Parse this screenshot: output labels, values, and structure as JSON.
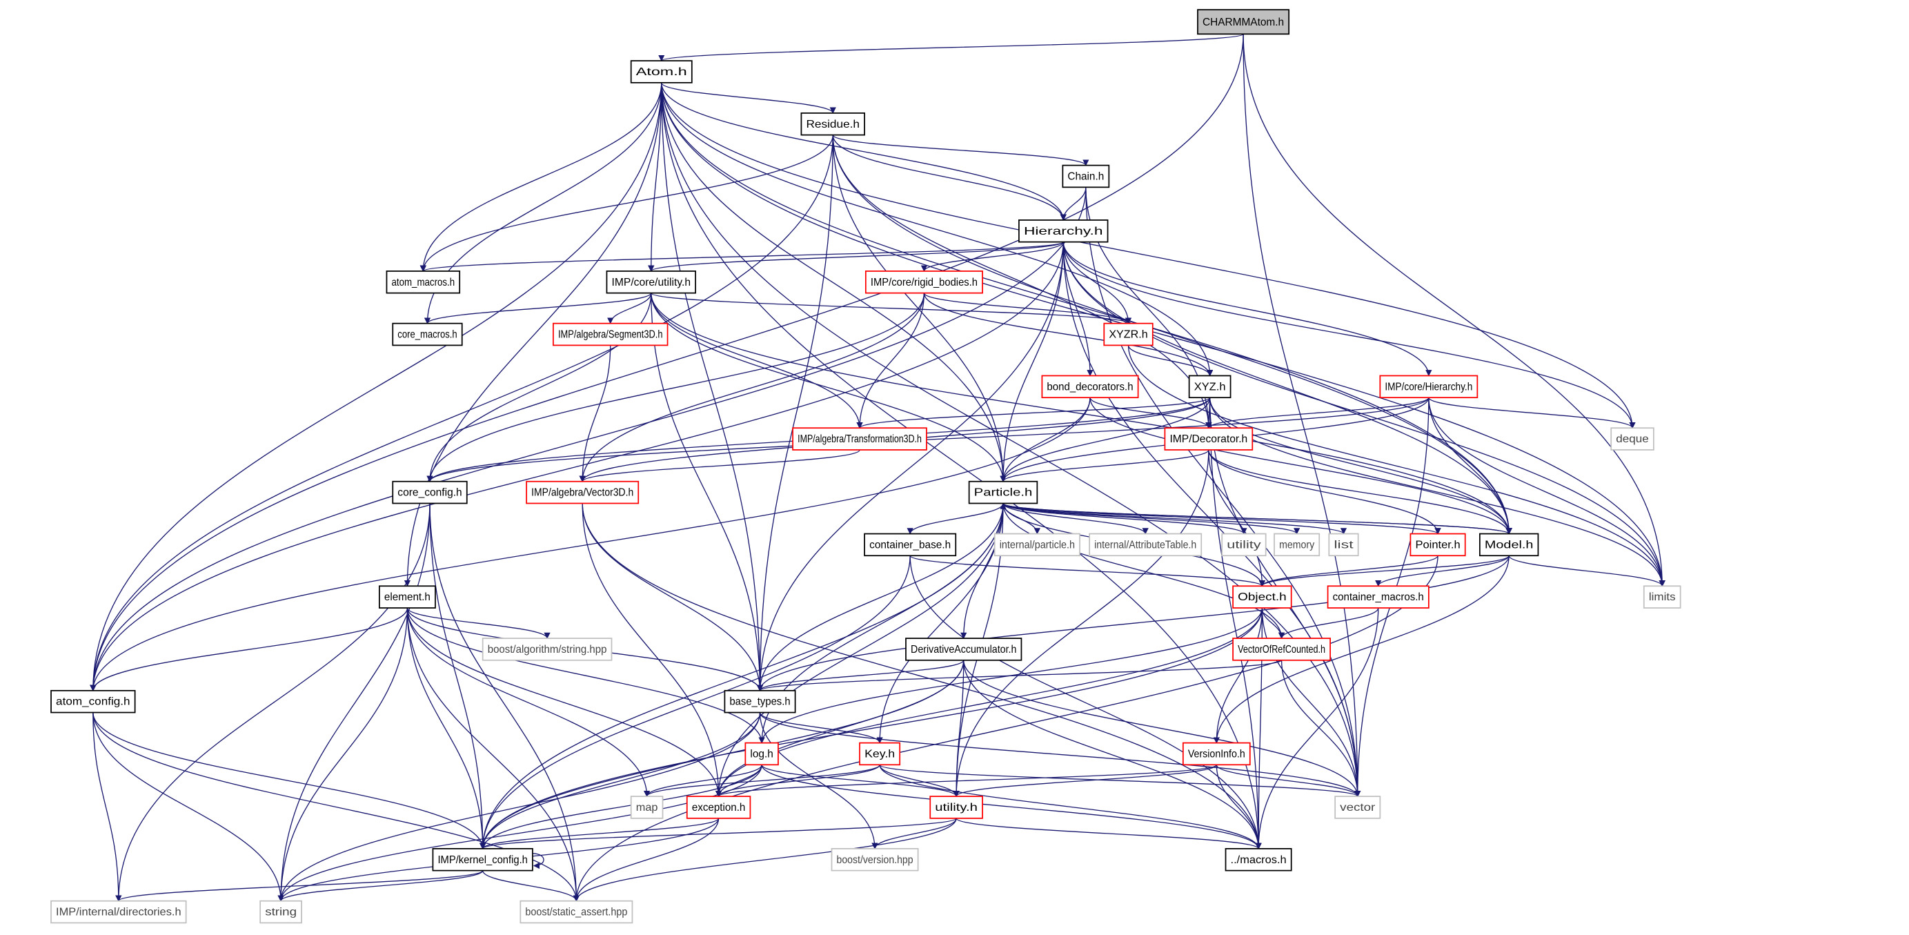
{
  "title": "CHARMMAtom.h",
  "colors": {
    "edge": "#191970",
    "root_fill": "#bfbfbf",
    "normal_border": "#000000",
    "red_border": "#ff0000",
    "gray_border": "#c0c0c0",
    "gray_text": "#444444"
  },
  "nodes": [
    {
      "id": "CHARMMAtom.h",
      "style": "root"
    },
    {
      "id": "Atom.h",
      "style": "normal"
    },
    {
      "id": "Residue.h",
      "style": "normal"
    },
    {
      "id": "Chain.h",
      "style": "normal"
    },
    {
      "id": "Hierarchy.h",
      "style": "normal"
    },
    {
      "id": "atom_macros.h",
      "style": "normal"
    },
    {
      "id": "IMP/core/utility.h",
      "style": "normal"
    },
    {
      "id": "IMP/core/rigid_bodies.h",
      "style": "red"
    },
    {
      "id": "core_macros.h",
      "style": "normal"
    },
    {
      "id": "IMP/algebra/Segment3D.h",
      "style": "red"
    },
    {
      "id": "XYZR.h",
      "style": "red"
    },
    {
      "id": "XYZ.h",
      "style": "normal"
    },
    {
      "id": "bond_decorators.h",
      "style": "red"
    },
    {
      "id": "IMP/core/Hierarchy.h",
      "style": "red"
    },
    {
      "id": "deque",
      "style": "gray"
    },
    {
      "id": "IMP/algebra/Transformation3D.h",
      "style": "red"
    },
    {
      "id": "IMP/Decorator.h",
      "style": "red"
    },
    {
      "id": "core_config.h",
      "style": "normal"
    },
    {
      "id": "IMP/algebra/Vector3D.h",
      "style": "red"
    },
    {
      "id": "Particle.h",
      "style": "normal"
    },
    {
      "id": "container_base.h",
      "style": "normal"
    },
    {
      "id": "internal/particle.h",
      "style": "gray"
    },
    {
      "id": "internal/AttributeTable.h",
      "style": "gray"
    },
    {
      "id": "utility",
      "style": "gray"
    },
    {
      "id": "memory",
      "style": "gray"
    },
    {
      "id": "list",
      "style": "gray"
    },
    {
      "id": "Pointer.h",
      "style": "red"
    },
    {
      "id": "Model.h",
      "style": "normal"
    },
    {
      "id": "limits",
      "style": "gray"
    },
    {
      "id": "Object.h",
      "style": "red"
    },
    {
      "id": "container_macros.h",
      "style": "red"
    },
    {
      "id": "element.h",
      "style": "normal"
    },
    {
      "id": "DerivativeAccumulator.h",
      "style": "normal"
    },
    {
      "id": "VectorOfRefCounted.h",
      "style": "red"
    },
    {
      "id": "atom_config.h",
      "style": "normal"
    },
    {
      "id": "boost/algorithm/string.hpp",
      "style": "gray"
    },
    {
      "id": "base_types.h",
      "style": "normal"
    },
    {
      "id": "log.h",
      "style": "red"
    },
    {
      "id": "Key.h",
      "style": "red"
    },
    {
      "id": "VersionInfo.h",
      "style": "red"
    },
    {
      "id": "vector",
      "style": "gray"
    },
    {
      "id": "map",
      "style": "gray"
    },
    {
      "id": "exception.h",
      "style": "red"
    },
    {
      "id": "utility.h",
      "style": "red"
    },
    {
      "id": "boost/version.hpp",
      "style": "gray"
    },
    {
      "id": "IMP/kernel_config.h",
      "style": "normal"
    },
    {
      "id": "../macros.h",
      "style": "normal"
    },
    {
      "id": "IMP/internal/directories.h",
      "style": "gray"
    },
    {
      "id": "string",
      "style": "gray"
    },
    {
      "id": "boost/static_assert.hpp",
      "style": "gray"
    }
  ],
  "edges": [
    [
      "CHARMMAtom.h",
      "Atom.h"
    ],
    [
      "CHARMMAtom.h",
      "atom_config.h"
    ],
    [
      "CHARMMAtom.h",
      "limits"
    ],
    [
      "CHARMMAtom.h",
      "vector"
    ],
    [
      "Atom.h",
      "Residue.h"
    ],
    [
      "Atom.h",
      "Hierarchy.h"
    ],
    [
      "Atom.h",
      "atom_macros.h"
    ],
    [
      "Atom.h",
      "IMP/core/utility.h"
    ],
    [
      "Atom.h",
      "core_macros.h"
    ],
    [
      "Atom.h",
      "Particle.h"
    ],
    [
      "Atom.h",
      "Model.h"
    ],
    [
      "Atom.h",
      "XYZ.h"
    ],
    [
      "Atom.h",
      "deque"
    ],
    [
      "Atom.h",
      "vector"
    ],
    [
      "Atom.h",
      "../macros.h"
    ],
    [
      "Atom.h",
      "atom_config.h"
    ],
    [
      "Atom.h",
      "element.h"
    ],
    [
      "Atom.h",
      "base_types.h"
    ],
    [
      "Atom.h",
      "limits"
    ],
    [
      "Residue.h",
      "Chain.h"
    ],
    [
      "Residue.h",
      "Hierarchy.h"
    ],
    [
      "Residue.h",
      "atom_macros.h"
    ],
    [
      "Residue.h",
      "atom_config.h"
    ],
    [
      "Residue.h",
      "base_types.h"
    ],
    [
      "Residue.h",
      "Particle.h"
    ],
    [
      "Residue.h",
      "IMP/Decorator.h"
    ],
    [
      "Residue.h",
      "Model.h"
    ],
    [
      "Chain.h",
      "Hierarchy.h"
    ],
    [
      "Chain.h",
      "atom_config.h"
    ],
    [
      "Chain.h",
      "IMP/Decorator.h"
    ],
    [
      "Chain.h",
      "vector"
    ],
    [
      "Hierarchy.h",
      "atom_macros.h"
    ],
    [
      "Hierarchy.h",
      "IMP/core/utility.h"
    ],
    [
      "Hierarchy.h",
      "IMP/core/rigid_bodies.h"
    ],
    [
      "Hierarchy.h",
      "XYZR.h"
    ],
    [
      "Hierarchy.h",
      "bond_decorators.h"
    ],
    [
      "Hierarchy.h",
      "Particle.h"
    ],
    [
      "Hierarchy.h",
      "IMP/core/Hierarchy.h"
    ],
    [
      "Hierarchy.h",
      "Model.h"
    ],
    [
      "Hierarchy.h",
      "deque"
    ],
    [
      "Hierarchy.h",
      "vector"
    ],
    [
      "Hierarchy.h",
      "atom_config.h"
    ],
    [
      "Hierarchy.h",
      "base_types.h"
    ],
    [
      "Hierarchy.h",
      "limits"
    ],
    [
      "IMP/core/utility.h",
      "core_macros.h"
    ],
    [
      "IMP/core/utility.h",
      "IMP/algebra/Segment3D.h"
    ],
    [
      "IMP/core/utility.h",
      "XYZR.h"
    ],
    [
      "IMP/core/utility.h",
      "core_config.h"
    ],
    [
      "IMP/core/utility.h",
      "IMP/algebra/Transformation3D.h"
    ],
    [
      "IMP/core/utility.h",
      "Particle.h"
    ],
    [
      "IMP/core/utility.h",
      "Model.h"
    ],
    [
      "IMP/core/utility.h",
      "base_types.h"
    ],
    [
      "IMP/core/rigid_bodies.h",
      "XYZR.h"
    ],
    [
      "IMP/core/rigid_bodies.h",
      "XYZ.h"
    ],
    [
      "IMP/core/rigid_bodies.h",
      "IMP/algebra/Transformation3D.h"
    ],
    [
      "IMP/core/rigid_bodies.h",
      "IMP/algebra/Vector3D.h"
    ],
    [
      "IMP/core/rigid_bodies.h",
      "core_config.h"
    ],
    [
      "IMP/algebra/Segment3D.h",
      "IMP/algebra/Vector3D.h"
    ],
    [
      "XYZR.h",
      "XYZ.h"
    ],
    [
      "XYZR.h",
      "limits"
    ],
    [
      "XYZ.h",
      "IMP/Decorator.h"
    ],
    [
      "XYZ.h",
      "IMP/algebra/Transformation3D.h"
    ],
    [
      "XYZ.h",
      "IMP/algebra/Vector3D.h"
    ],
    [
      "XYZ.h",
      "core_config.h"
    ],
    [
      "XYZ.h",
      "Particle.h"
    ],
    [
      "XYZ.h",
      "Model.h"
    ],
    [
      "XYZ.h",
      "vector"
    ],
    [
      "XYZ.h",
      "limits"
    ],
    [
      "XYZ.h",
      "../macros.h"
    ],
    [
      "bond_decorators.h",
      "IMP/Decorator.h"
    ],
    [
      "bond_decorators.h",
      "Particle.h"
    ],
    [
      "bond_decorators.h",
      "Model.h"
    ],
    [
      "bond_decorators.h",
      "atom_config.h"
    ],
    [
      "IMP/core/Hierarchy.h",
      "IMP/Decorator.h"
    ],
    [
      "IMP/core/Hierarchy.h",
      "Particle.h"
    ],
    [
      "IMP/core/Hierarchy.h",
      "Model.h"
    ],
    [
      "IMP/core/Hierarchy.h",
      "deque"
    ],
    [
      "IMP/core/Hierarchy.h",
      "vector"
    ],
    [
      "IMP/core/Hierarchy.h",
      "limits"
    ],
    [
      "IMP/core/Hierarchy.h",
      "core_config.h"
    ],
    [
      "IMP/algebra/Transformation3D.h",
      "IMP/algebra/Vector3D.h"
    ],
    [
      "IMP/Decorator.h",
      "Particle.h"
    ],
    [
      "IMP/Decorator.h",
      "Model.h"
    ],
    [
      "IMP/Decorator.h",
      "Object.h"
    ],
    [
      "IMP/Decorator.h",
      "utility.h"
    ],
    [
      "IMP/Decorator.h",
      "Pointer.h"
    ],
    [
      "core_config.h",
      "IMP/kernel_config.h"
    ],
    [
      "core_config.h",
      "string"
    ],
    [
      "core_config.h",
      "IMP/internal/directories.h"
    ],
    [
      "core_config.h",
      "boost/static_assert.hpp"
    ],
    [
      "IMP/algebra/Vector3D.h",
      "base_types.h"
    ],
    [
      "IMP/algebra/Vector3D.h",
      "exception.h"
    ],
    [
      "IMP/algebra/Vector3D.h",
      "../macros.h"
    ],
    [
      "Particle.h",
      "container_base.h"
    ],
    [
      "Particle.h",
      "internal/particle.h"
    ],
    [
      "Particle.h",
      "internal/AttributeTable.h"
    ],
    [
      "Particle.h",
      "utility"
    ],
    [
      "Particle.h",
      "memory"
    ],
    [
      "Particle.h",
      "list"
    ],
    [
      "Particle.h",
      "Pointer.h"
    ],
    [
      "Particle.h",
      "Model.h"
    ],
    [
      "Particle.h",
      "Object.h"
    ],
    [
      "Particle.h",
      "base_types.h"
    ],
    [
      "Particle.h",
      "Key.h"
    ],
    [
      "Particle.h",
      "DerivativeAccumulator.h"
    ],
    [
      "Particle.h",
      "VectorOfRefCounted.h"
    ],
    [
      "Particle.h",
      "utility.h"
    ],
    [
      "Particle.h",
      "IMP/kernel_config.h"
    ],
    [
      "Particle.h",
      "exception.h"
    ],
    [
      "Particle.h",
      "log.h"
    ],
    [
      "container_base.h",
      "Object.h"
    ],
    [
      "container_base.h",
      "IMP/kernel_config.h"
    ],
    [
      "container_base.h",
      "../macros.h"
    ],
    [
      "Pointer.h",
      "Object.h"
    ],
    [
      "Pointer.h",
      "boost/static_assert.hpp"
    ],
    [
      "Model.h",
      "Particle.h"
    ],
    [
      "Model.h",
      "Object.h"
    ],
    [
      "Model.h",
      "container_macros.h"
    ],
    [
      "Model.h",
      "VersionInfo.h"
    ],
    [
      "Model.h",
      "limits"
    ],
    [
      "Model.h",
      "base_types.h"
    ],
    [
      "Object.h",
      "VectorOfRefCounted.h"
    ],
    [
      "Object.h",
      "VersionInfo.h"
    ],
    [
      "Object.h",
      "vector"
    ],
    [
      "Object.h",
      "../macros.h"
    ],
    [
      "Object.h",
      "log.h"
    ],
    [
      "Object.h",
      "exception.h"
    ],
    [
      "Object.h",
      "IMP/kernel_config.h"
    ],
    [
      "container_macros.h",
      "VectorOfRefCounted.h"
    ],
    [
      "container_macros.h",
      "../macros.h"
    ],
    [
      "VectorOfRefCounted.h",
      "base_types.h"
    ],
    [
      "VectorOfRefCounted.h",
      "vector"
    ],
    [
      "element.h",
      "atom_config.h"
    ],
    [
      "element.h",
      "boost/algorithm/string.hpp"
    ],
    [
      "element.h",
      "base_types.h"
    ],
    [
      "element.h",
      "log.h"
    ],
    [
      "element.h",
      "exception.h"
    ],
    [
      "element.h",
      "map"
    ],
    [
      "element.h",
      "string"
    ],
    [
      "element.h",
      "IMP/kernel_config.h"
    ],
    [
      "element.h",
      "boost/static_assert.hpp"
    ],
    [
      "DerivativeAccumulator.h",
      "base_types.h"
    ],
    [
      "DerivativeAccumulator.h",
      "utility.h"
    ],
    [
      "DerivativeAccumulator.h",
      "exception.h"
    ],
    [
      "DerivativeAccumulator.h",
      "vector"
    ],
    [
      "DerivativeAccumulator.h",
      "../macros.h"
    ],
    [
      "DerivativeAccumulator.h",
      "IMP/kernel_config.h"
    ],
    [
      "atom_config.h",
      "IMP/kernel_config.h"
    ],
    [
      "atom_config.h",
      "IMP/internal/directories.h"
    ],
    [
      "atom_config.h",
      "string"
    ],
    [
      "atom_config.h",
      "boost/static_assert.hpp"
    ],
    [
      "base_types.h",
      "Key.h"
    ],
    [
      "base_types.h",
      "IMP/kernel_config.h"
    ],
    [
      "base_types.h",
      "string"
    ],
    [
      "base_types.h",
      "vector"
    ],
    [
      "base_types.h",
      "boost/version.hpp"
    ],
    [
      "log.h",
      "map"
    ],
    [
      "log.h",
      "exception.h"
    ],
    [
      "log.h",
      "utility.h"
    ],
    [
      "log.h",
      "IMP/kernel_config.h"
    ],
    [
      "log.h",
      "string"
    ],
    [
      "log.h",
      "../macros.h"
    ],
    [
      "Key.h",
      "map"
    ],
    [
      "Key.h",
      "exception.h"
    ],
    [
      "Key.h",
      "utility.h"
    ],
    [
      "Key.h",
      "vector"
    ],
    [
      "Key.h",
      "../macros.h"
    ],
    [
      "VersionInfo.h",
      "exception.h"
    ],
    [
      "VersionInfo.h",
      "utility.h"
    ],
    [
      "VersionInfo.h",
      "vector"
    ],
    [
      "VersionInfo.h",
      "../macros.h"
    ],
    [
      "exception.h",
      "IMP/kernel_config.h"
    ],
    [
      "exception.h",
      "string"
    ],
    [
      "exception.h",
      "boost/static_assert.hpp"
    ],
    [
      "utility.h",
      "boost/version.hpp"
    ],
    [
      "utility.h",
      "IMP/kernel_config.h"
    ],
    [
      "utility.h",
      "../macros.h"
    ],
    [
      "utility.h",
      "boost/static_assert.hpp"
    ],
    [
      "IMP/kernel_config.h",
      "IMP/kernel_config.h"
    ],
    [
      "IMP/kernel_config.h",
      "IMP/internal/directories.h"
    ],
    [
      "IMP/kernel_config.h",
      "string"
    ],
    [
      "IMP/kernel_config.h",
      "boost/static_assert.hpp"
    ]
  ]
}
